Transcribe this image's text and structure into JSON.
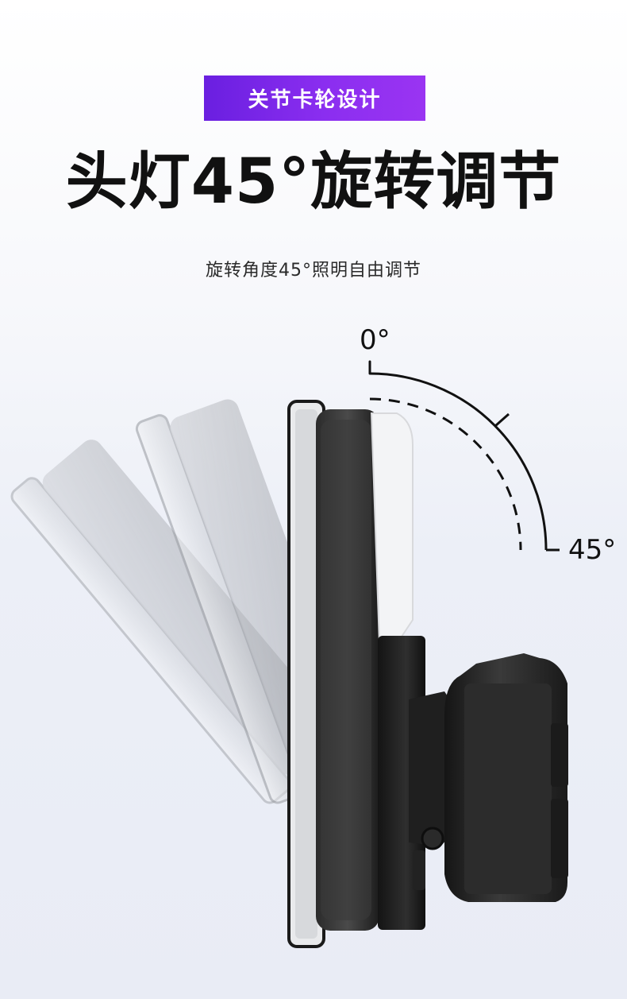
{
  "badge": {
    "label": "关节卡轮设计"
  },
  "headline": "头灯45°旋转调节",
  "subline": "旋转角度45°照明自由调节",
  "angle_start": "0°",
  "angle_end": "45°",
  "colors": {
    "badge_start": "#6a1fe0",
    "badge_end": "#9a34f2",
    "headline": "#111111",
    "lamp_body": "#1a1a1a"
  }
}
